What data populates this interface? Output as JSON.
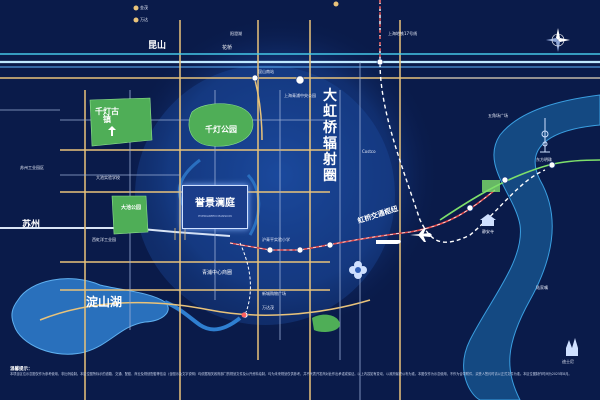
{
  "project": {
    "name": "誉景澜庭",
    "name_en": "EVERGREEN MANSION"
  },
  "districts": {
    "kunshan": "昆山",
    "suzhou": "苏州",
    "dianshan_lake": "淀山湖"
  },
  "roads": {
    "huaqiao": "花桥",
    "qingpu_center": "青浦中心商圈"
  },
  "corridor": {
    "title": "大虹桥辐射圈",
    "arc": "虹桥交通枢纽"
  },
  "parks": {
    "qiandeng_town": "千灯古镇",
    "qiandeng_park": "千灯公园",
    "dachi_park": "大池公园"
  },
  "labels": {
    "jinmao": "金茂",
    "wanda_top": "万达",
    "wanda_bottom": "万达茂",
    "metro_top": "上海地铁17号线",
    "dongchang": "上海青浦中央公园",
    "costco": "Costco",
    "wujiaochang": "五角场广场",
    "jingan": "静安寺",
    "pudong": "陆家嘴",
    "disney": "迪士尼",
    "suzhou_ind": "苏州工业园区",
    "dachi_school": "大池实验学校",
    "xiyuan_ind": "西虹洋工业园",
    "huqing_school": "沪青平实验小学",
    "xinshi_plaza": "新城购物广场",
    "kunshan_station": "昆山南站",
    "yangcheng": "阳澄湖",
    "lujiazui": "东方明珠"
  },
  "disclaimer": {
    "title": "温馨提示：",
    "body": "本项目区位示意图仅作为参考使用，非比例绘制。本区位图所标示的道路、交通、配套、商业及规划配套等信息（含图示及文字说明）均依据相关政府部门的规划文件及公开资料绘制，均为未来规划仅供参考，并不代表开发商对此作出承诺或保证。以上内容如有变动，以政府最终公布为准。本图仅作为示意使用，不作为合同附件，买受人签约时请以正式文件为准。本区位图制作时间为2025年8月。"
  }
}
